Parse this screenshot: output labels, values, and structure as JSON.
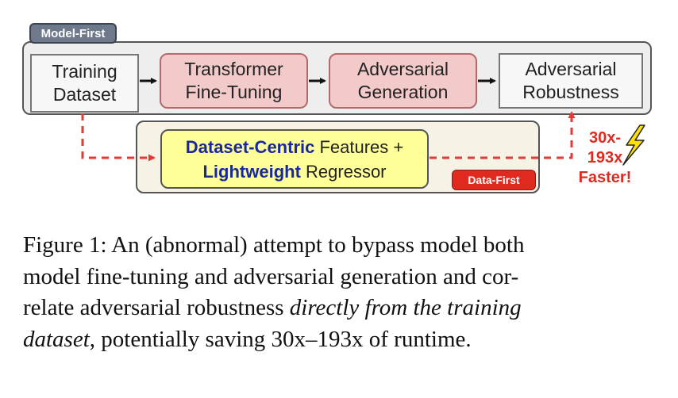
{
  "diagram": {
    "model_first_label": "Model-First",
    "data_first_label": "Data-First",
    "pipeline": [
      {
        "line1": "Training",
        "line2": "Dataset"
      },
      {
        "line1": "Transformer",
        "line2": "Fine-Tuning"
      },
      {
        "line1": "Adversarial",
        "line2": "Generation"
      },
      {
        "line1": "Adversarial",
        "line2": "Robustness"
      }
    ],
    "features_box": {
      "part1_bold": "Dataset-Centric",
      "part1_rest": " Features +",
      "part2_bold": "Lightweight",
      "part2_rest": " Regressor"
    },
    "speedup": {
      "line1": "30x-",
      "line2": "193x",
      "line3": "Faster!"
    },
    "colors": {
      "model_first_tag": "#6e7a8c",
      "data_first_tag": "#e02a20",
      "pink_box": "#f3caca",
      "yellow_box": "#ffff99",
      "dashed_arrow": "#e53935",
      "bold_text": "#17299c",
      "lightning": "#ffe000"
    },
    "icons": [
      "lightning-bolt-icon",
      "arrow-right-icon"
    ]
  },
  "caption": {
    "lines": [
      "Figure 1: An (abnormal) attempt to bypass model both",
      "model fine-tuning and adversarial generation and cor-"
    ],
    "line3_plain": "relate adversarial robustness ",
    "line3_italic": "directly from the training",
    "line4_italic": "dataset",
    "line4_plain": ", potentially saving 30x–193x of runtime."
  }
}
